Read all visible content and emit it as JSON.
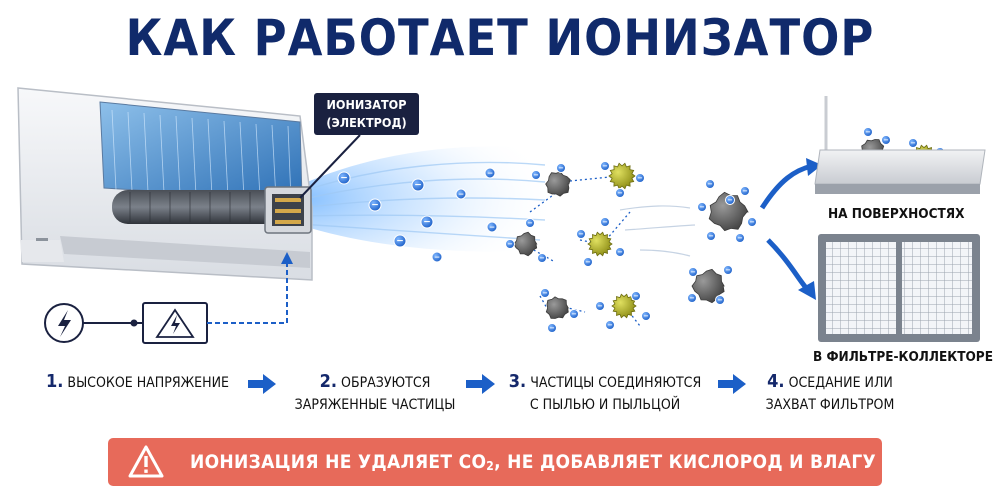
{
  "title": "КАК РАБОТАЕТ ИОНИЗАТОР",
  "callout": {
    "line1": "ИОНИЗАТОР",
    "line2": "(ЭЛЕКТРОД)"
  },
  "destinations": {
    "surfaces": "НА ПОВЕРХНОСТЯХ",
    "filter": "В ФИЛЬТРЕ-КОЛЛЕКТОРЕ"
  },
  "steps": [
    {
      "num": "1.",
      "line1": "ВЫСОКОЕ НАПРЯЖЕНИЕ",
      "line2": ""
    },
    {
      "num": "2.",
      "line1": "ОБРАЗУЮТСЯ",
      "line2": "ЗАРЯЖЕННЫЕ ЧАСТИЦЫ"
    },
    {
      "num": "3.",
      "line1": "ЧАСТИЦЫ СОЕДИНЯЮТСЯ",
      "line2": "С ПЫЛЬЮ И ПЫЛЬЦОЙ"
    },
    {
      "num": "4.",
      "line1": "ОСЕДАНИЕ ИЛИ",
      "line2": "ЗАХВАТ ФИЛЬТРОМ"
    }
  ],
  "warning": {
    "pre": "ИОНИЗАЦИЯ НЕ УДАЛЯЕТ CO",
    "sub": "2",
    "post": ", НЕ ДОБАВЛЯЕТ КИСЛОРОД И ВЛАГУ"
  },
  "ion_sign": "−",
  "colors": {
    "title": "#102a6b",
    "accent_blue": "#1c5fc7",
    "warning_bg": "#e76a5a",
    "dust": "#6b6b6b",
    "pollen": "#b5b52a",
    "callout_bg": "#1a2140"
  },
  "icons": [
    "lightning-icon",
    "high-voltage-icon",
    "warning-icon",
    "arrow-right-icon"
  ]
}
